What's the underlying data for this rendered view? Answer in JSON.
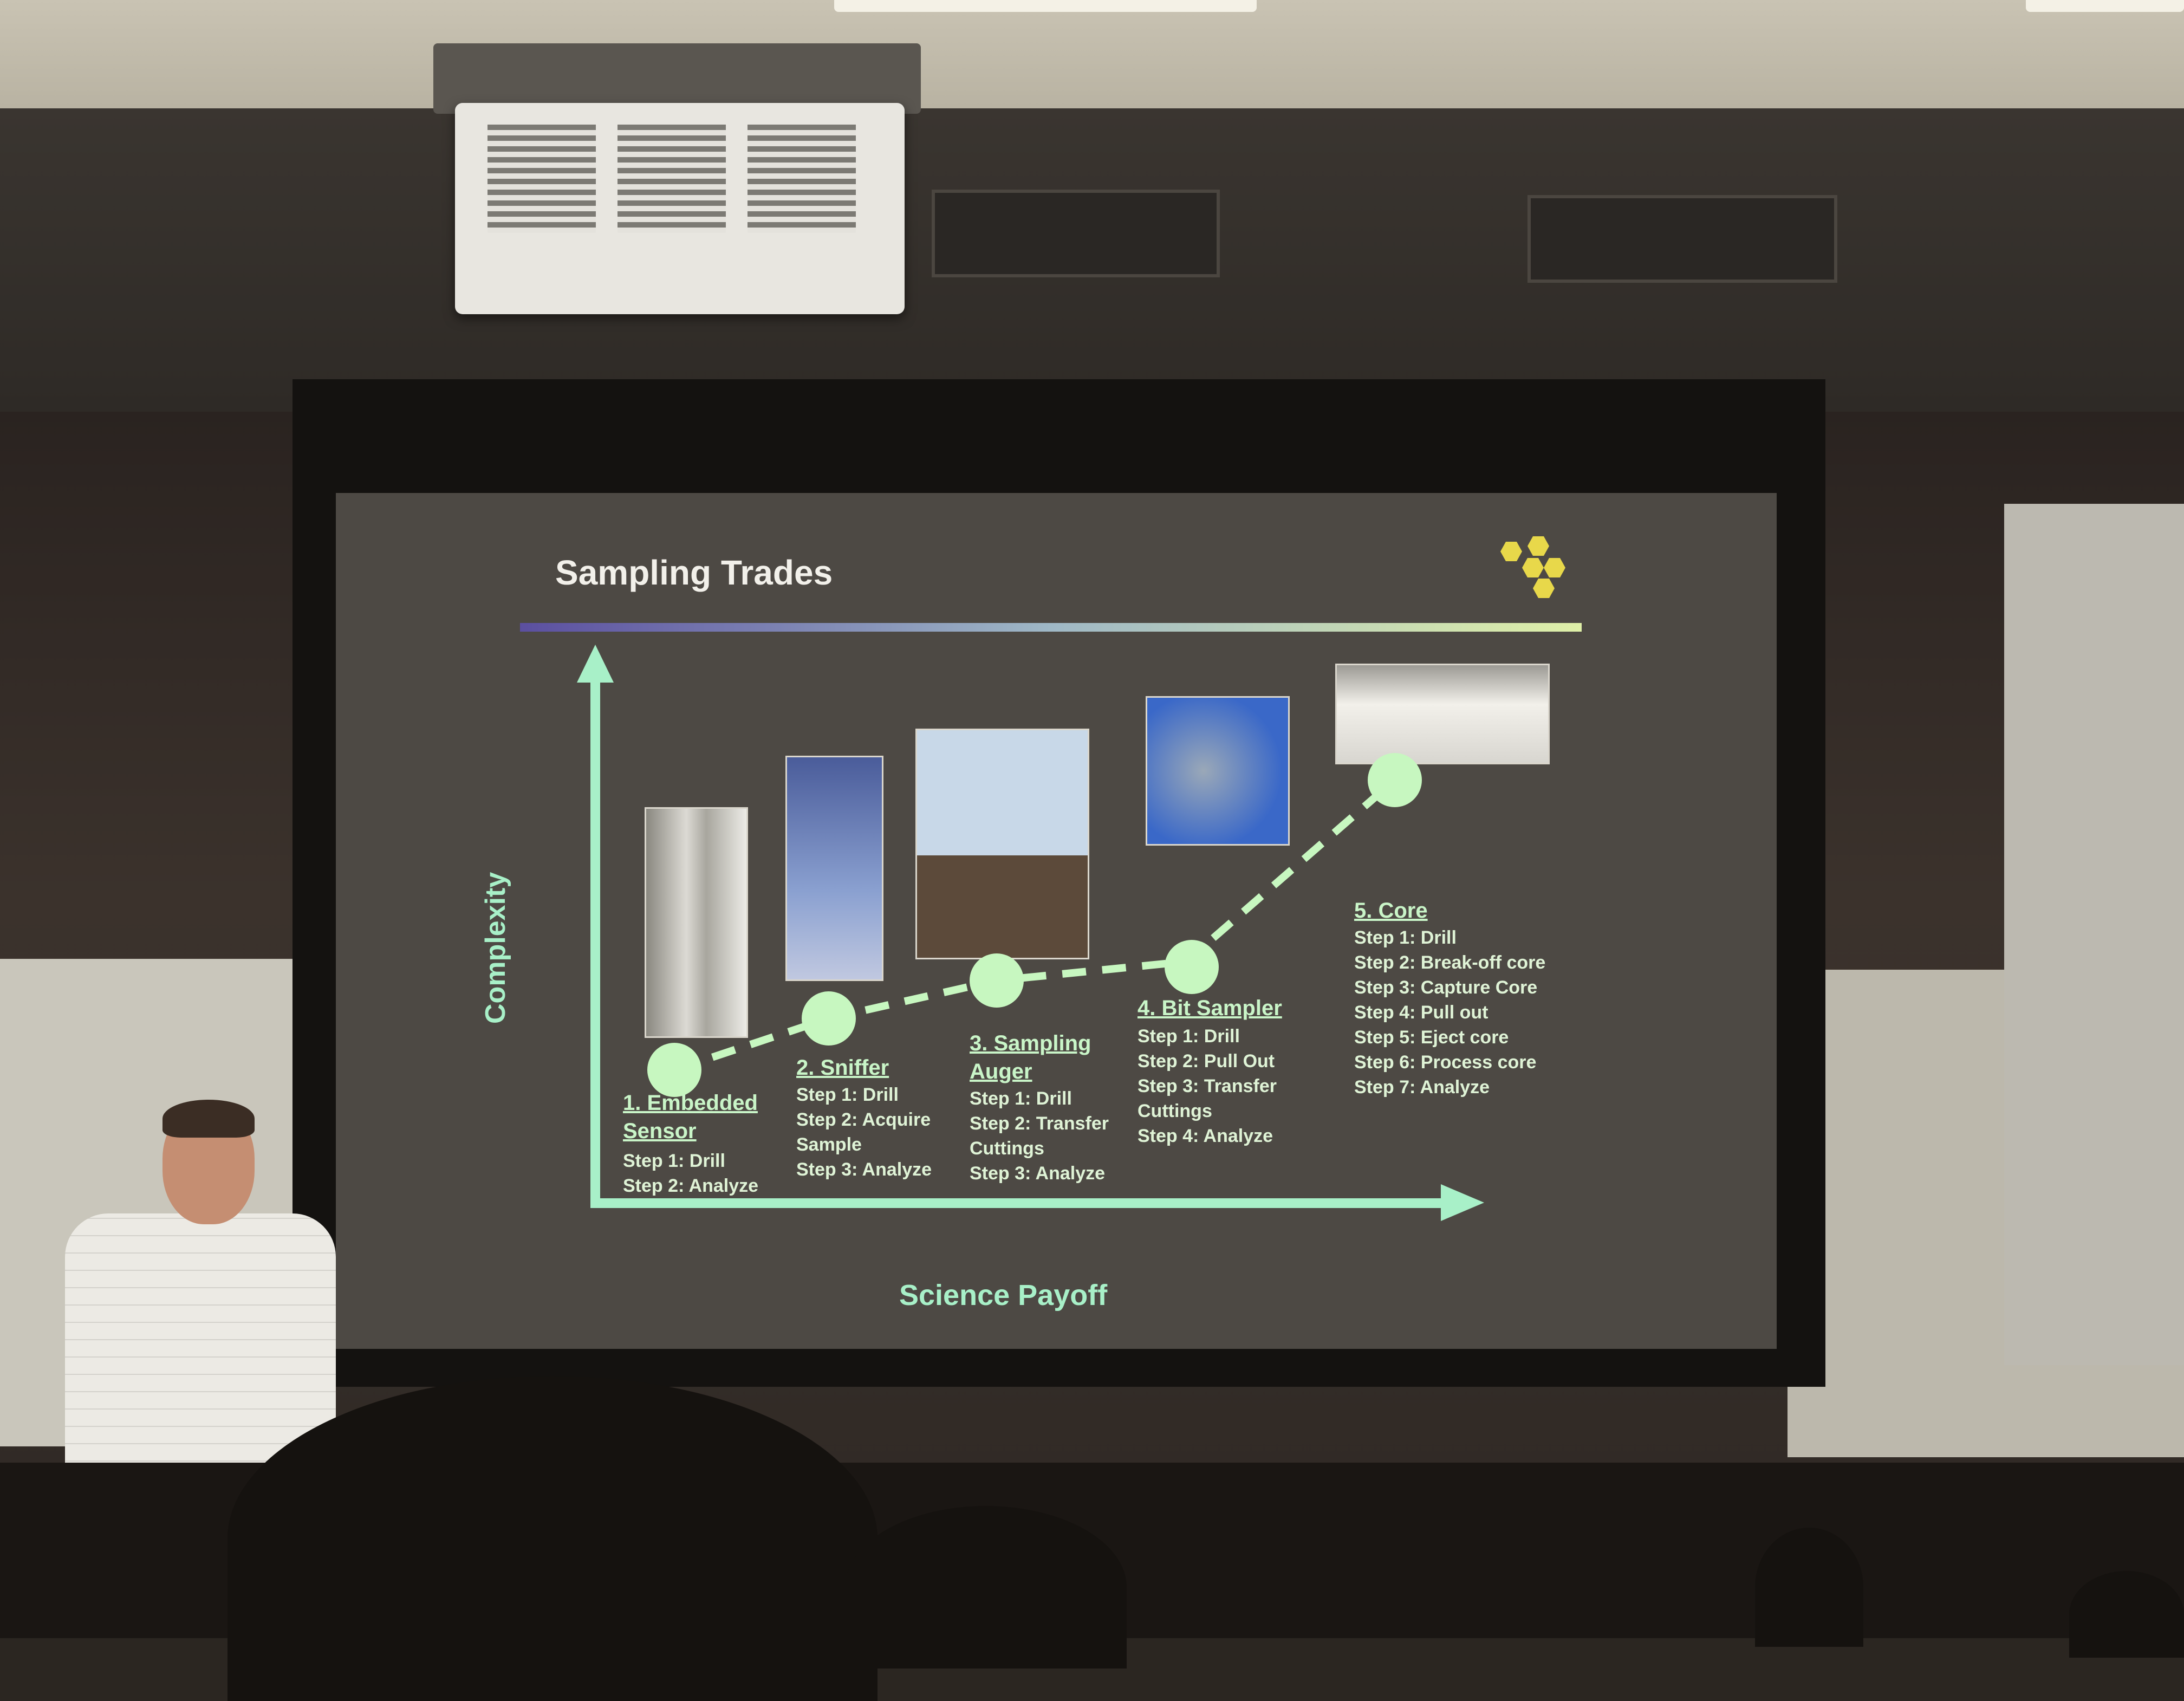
{
  "slide": {
    "title": "Sampling Trades",
    "y_axis_label": "Complexity",
    "x_axis_label": "Science Payoff",
    "stages": [
      {
        "heading": "1. Embedded Sensor",
        "steps": [
          "Step 1: Drill",
          "Step 2: Analyze"
        ]
      },
      {
        "heading": "2. Sniffer",
        "steps": [
          "Step 1: Drill",
          "Step 2: Acquire Sample",
          "Step 3: Analyze"
        ]
      },
      {
        "heading": "3. Sampling Auger",
        "steps": [
          "Step 1: Drill",
          "Step 2: Transfer Cuttings",
          "Step 3: Analyze"
        ]
      },
      {
        "heading": "4. Bit Sampler",
        "steps": [
          "Step 1: Drill",
          "Step 2: Pull Out",
          "Step 3: Transfer Cuttings",
          "Step 4: Analyze"
        ]
      },
      {
        "heading": "5. Core",
        "steps": [
          "Step 1: Drill",
          "Step 2: Break-off core",
          "Step 3: Capture Core",
          "Step 4: Pull out",
          "Step 5: Eject core",
          "Step 6: Process core",
          "Step 7: Analyze"
        ]
      }
    ]
  },
  "colors": {
    "axis": "#a8f0c8",
    "slide_bg": "#4d4944",
    "title": "#f2f0ea",
    "logo": "#e8d84a"
  }
}
